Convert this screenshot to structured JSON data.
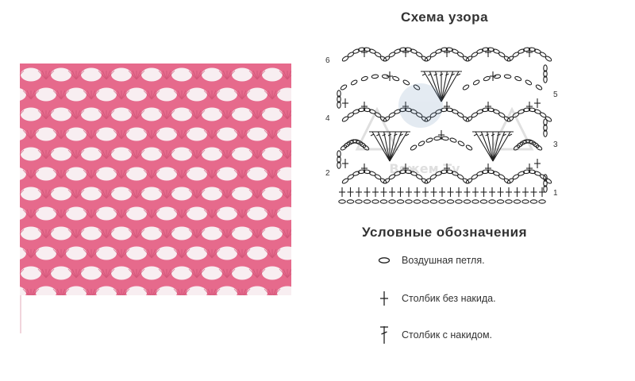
{
  "photo": {
    "yarn_color": "#e66a8c",
    "background_color": "#f8eef1"
  },
  "scheme": {
    "title": "Схема узора",
    "row_numbers_left": [
      "6",
      "4",
      "2"
    ],
    "row_numbers_right": [
      "5",
      "3",
      "1"
    ],
    "watermark_text": "Вяжем Ту",
    "line_color": "#222222"
  },
  "legend": {
    "title": "Условные обозначения",
    "items": [
      {
        "icon": "chain-stitch-icon",
        "label": "Воздушная петля."
      },
      {
        "icon": "single-crochet-icon",
        "label": "Столбик без накида."
      },
      {
        "icon": "double-crochet-icon",
        "label": "Столбик с накидом."
      }
    ]
  }
}
